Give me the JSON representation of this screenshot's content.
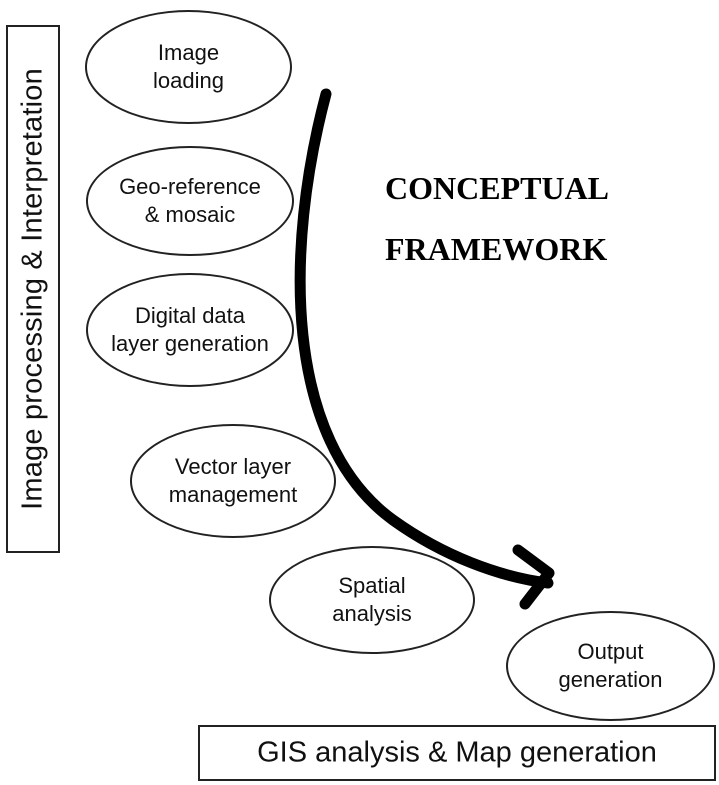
{
  "diagram": {
    "vertical_section_label": "Image processing & Interpretation",
    "horizontal_section_label": "GIS analysis & Map generation",
    "title_lines": [
      "CONCEPTUAL",
      "FRAMEWORK"
    ],
    "steps": [
      "Image\nloading",
      "Geo-reference\n& mosaic",
      "Digital data\nlayer generation",
      "Vector layer\nmanagement",
      "Spatial\nanalysis",
      "Output\ngeneration"
    ],
    "colors": {
      "stroke": "#222222",
      "arrow": "#000000",
      "background": "#ffffff"
    }
  }
}
